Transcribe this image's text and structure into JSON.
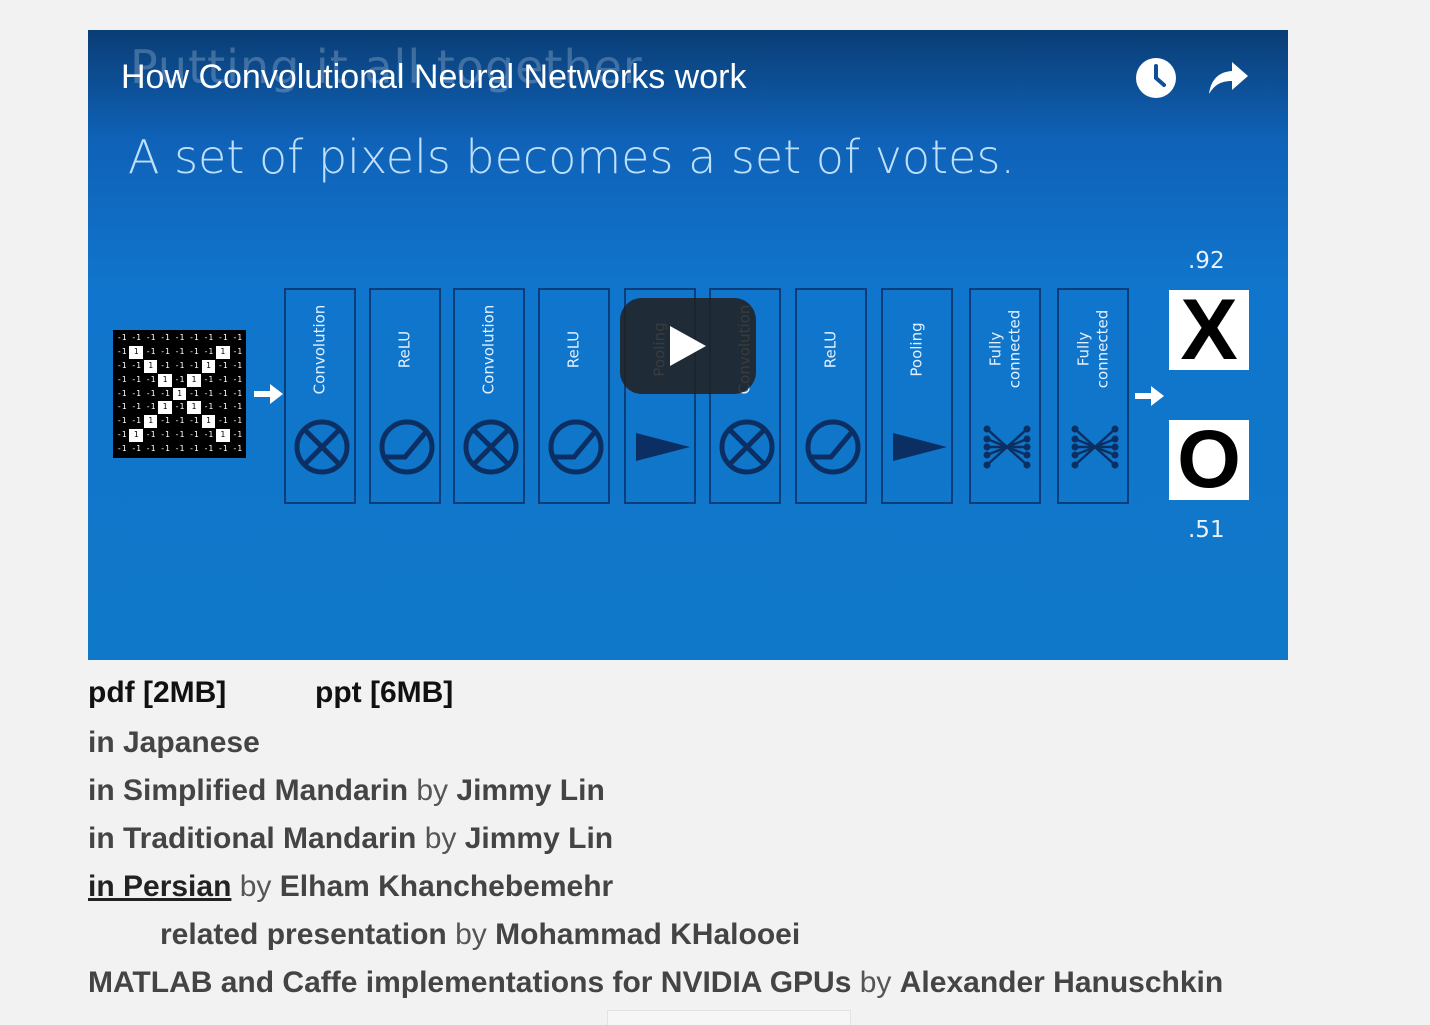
{
  "video": {
    "title": "How Convolutional Neural Networks work",
    "ghost_title": "Putting it all together",
    "slide_subtitle": "A set of pixels becomes a set of votes.",
    "watch_later_icon": "clock-icon",
    "share_icon": "share-arrow-icon",
    "play_icon": "play-icon"
  },
  "slide": {
    "pixel_grid": [
      [
        "-1",
        "-1",
        "-1",
        "-1",
        "-1",
        "-1",
        "-1",
        "-1",
        "-1"
      ],
      [
        "-1",
        "1",
        "-1",
        "-1",
        "-1",
        "-1",
        "-1",
        "1",
        "-1"
      ],
      [
        "-1",
        "-1",
        "1",
        "-1",
        "-1",
        "-1",
        "1",
        "-1",
        "-1"
      ],
      [
        "-1",
        "-1",
        "-1",
        "1",
        "-1",
        "1",
        "-1",
        "-1",
        "-1"
      ],
      [
        "-1",
        "-1",
        "-1",
        "-1",
        "1",
        "-1",
        "-1",
        "-1",
        "-1"
      ],
      [
        "-1",
        "-1",
        "-1",
        "1",
        "-1",
        "1",
        "-1",
        "-1",
        "-1"
      ],
      [
        "-1",
        "-1",
        "1",
        "-1",
        "-1",
        "-1",
        "1",
        "-1",
        "-1"
      ],
      [
        "-1",
        "1",
        "-1",
        "-1",
        "-1",
        "-1",
        "-1",
        "1",
        "-1"
      ],
      [
        "-1",
        "-1",
        "-1",
        "-1",
        "-1",
        "-1",
        "-1",
        "-1",
        "-1"
      ]
    ],
    "layers": [
      {
        "label": "Convolution",
        "icon": "convolution-icon"
      },
      {
        "label": "ReLU",
        "icon": "relu-icon"
      },
      {
        "label": "Convolution",
        "icon": "convolution-icon"
      },
      {
        "label": "ReLU",
        "icon": "relu-icon"
      },
      {
        "label": "Pooling",
        "icon": "pooling-icon"
      },
      {
        "label": "Convolution",
        "icon": "convolution-icon"
      },
      {
        "label": "ReLU",
        "icon": "relu-icon"
      },
      {
        "label": "Pooling",
        "icon": "pooling-icon"
      },
      {
        "label": "Fully connected",
        "icon": "fully-connected-icon"
      },
      {
        "label": "Fully connected",
        "icon": "fully-connected-icon"
      }
    ],
    "outputs": {
      "x_label": "X",
      "o_label": "O",
      "x_score": ".92",
      "o_score": ".51"
    }
  },
  "links": {
    "pdf": "pdf [2MB]",
    "ppt": "ppt [6MB]",
    "japanese": "in Japanese",
    "simplified": "in Simplified Mandarin",
    "traditional": "in Traditional Mandarin",
    "persian": "in Persian",
    "by": "by",
    "jimmy1": "Jimmy Lin",
    "jimmy2": "Jimmy Lin",
    "elham": "Elham Khanchebemehr",
    "related": "related presentation",
    "mohammad": "Mohammad KHalooei",
    "matlab": "MATLAB and Caffe implementations for NVIDIA GPUs",
    "alexander": "Alexander Hanuschkin"
  }
}
